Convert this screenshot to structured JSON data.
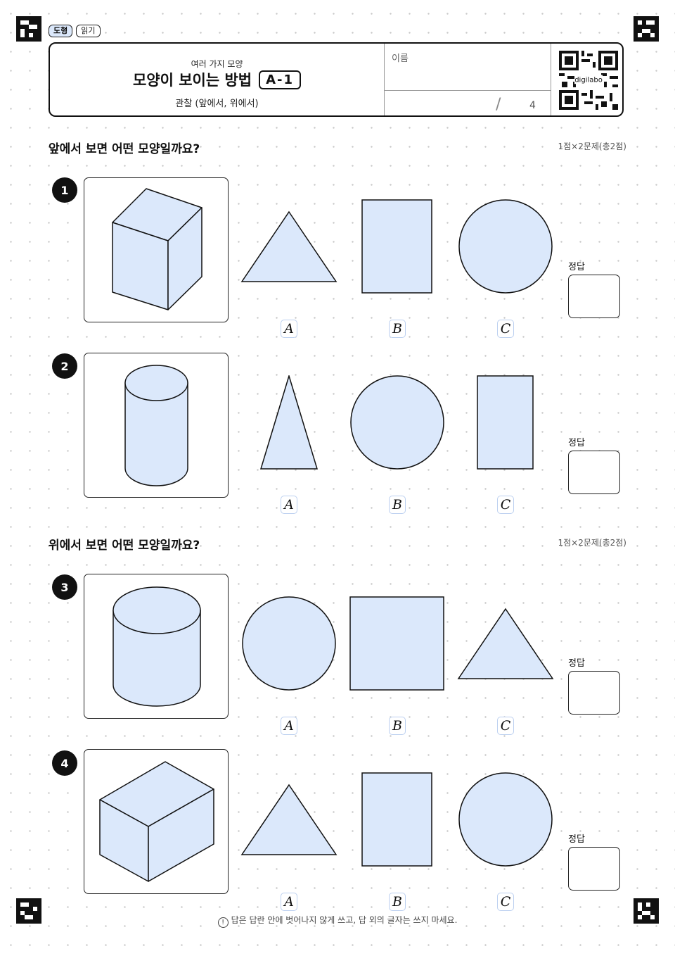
{
  "tags": [
    "도형",
    "읽기"
  ],
  "header": {
    "subtitle": "여러 가지 모양",
    "title": "모양이 보이는 방법",
    "code": "A-1",
    "description": "관찰 (앞에서, 위에서)",
    "name_label": "이름",
    "slash": "/",
    "total": "4",
    "qr_text": "digilabo"
  },
  "sections": [
    {
      "title": "앞에서 보면 어떤 모양일까요?",
      "score": "1점×2문제(총2점)"
    },
    {
      "title": "위에서 보면 어떤 모양일까요?",
      "score": "1점×2문제(총2점)"
    }
  ],
  "problems": [
    {
      "number": "1",
      "solid": "cube",
      "options": [
        {
          "label": "A",
          "shape": "triangle"
        },
        {
          "label": "B",
          "shape": "rectangle"
        },
        {
          "label": "C",
          "shape": "circle"
        }
      ],
      "answer_label": "정답"
    },
    {
      "number": "2",
      "solid": "cylinder",
      "options": [
        {
          "label": "A",
          "shape": "narrow-triangle"
        },
        {
          "label": "B",
          "shape": "circle"
        },
        {
          "label": "C",
          "shape": "tall-rectangle"
        }
      ],
      "answer_label": "정답"
    },
    {
      "number": "3",
      "solid": "cylinder-wide",
      "options": [
        {
          "label": "A",
          "shape": "circle"
        },
        {
          "label": "B",
          "shape": "square"
        },
        {
          "label": "C",
          "shape": "triangle"
        }
      ],
      "answer_label": "정답"
    },
    {
      "number": "4",
      "solid": "box",
      "options": [
        {
          "label": "A",
          "shape": "triangle"
        },
        {
          "label": "B",
          "shape": "rectangle"
        },
        {
          "label": "C",
          "shape": "circle"
        }
      ],
      "answer_label": "정답"
    }
  ],
  "footer": {
    "icon": "warning-icon",
    "text": "답은 답란 안에 벗어나지 않게 쓰고, 답 외의 글자는 쓰지 마세요."
  },
  "colors": {
    "shape_fill": "#dbe8fb",
    "stroke": "#111111",
    "label_border": "#bcd0f0"
  }
}
